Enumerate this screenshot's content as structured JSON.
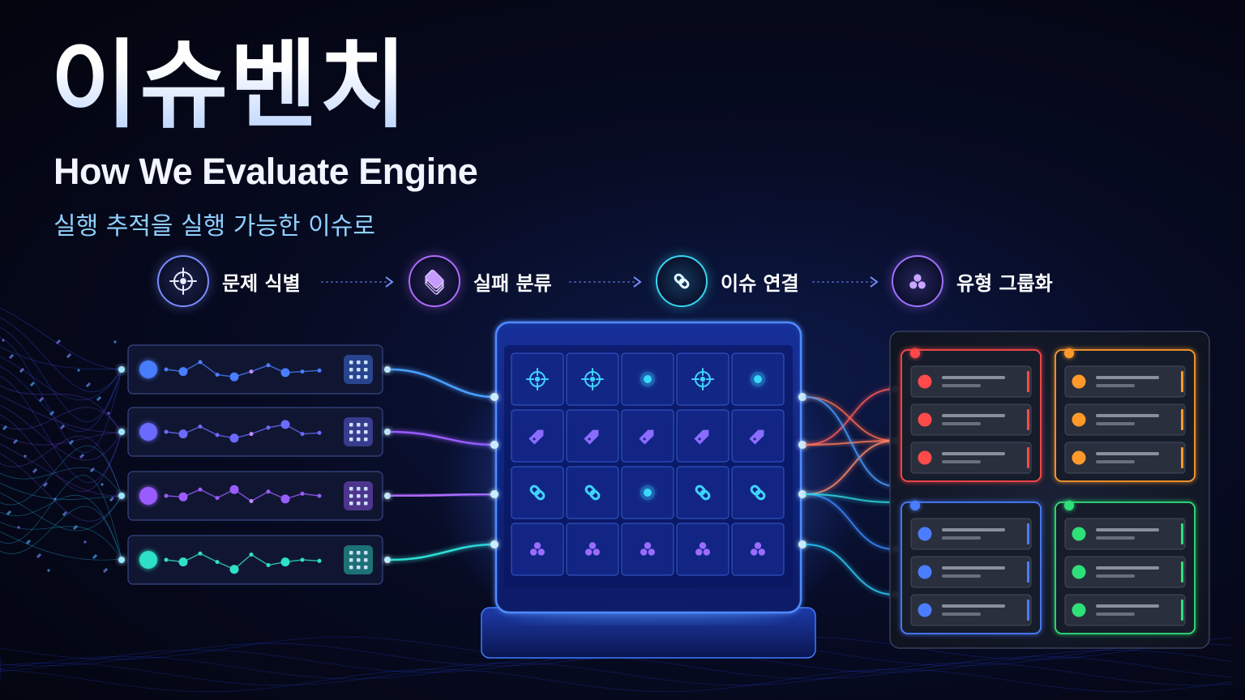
{
  "title": "이슈벤치",
  "subtitle": "How We Evaluate Engine",
  "tagline": "실행 추적을 실행 가능한 이슈로",
  "steps": [
    {
      "label": "문제 식별",
      "icon": "crosshair-icon",
      "color": "#7b8cff"
    },
    {
      "label": "실패 분류",
      "icon": "layered-tag-icon",
      "color": "#b06bff"
    },
    {
      "label": "이슈 연결",
      "icon": "link-icon",
      "color": "#38d6f0"
    },
    {
      "label": "유형 그룹화",
      "icon": "cluster-icon",
      "color": "#a070ff"
    }
  ],
  "colors": {
    "blue": "#4a7dff",
    "violet": "#9a5cff",
    "cyan": "#2fe0e6",
    "red": "#ff4a4a",
    "orange": "#ff9a2a",
    "green": "#2ee07a"
  },
  "traces": [
    {
      "color": "#4a7dff",
      "icon": "grid-icon"
    },
    {
      "color": "#6b6bff",
      "icon": "grid-icon"
    },
    {
      "color": "#9a5cff",
      "icon": "grid-icon"
    },
    {
      "color": "#2fe0c8",
      "icon": "grid-icon"
    }
  ],
  "engine_rows": [
    {
      "icon": "crosshair-icon",
      "color": "#3fd2ff"
    },
    {
      "icon": "tag-icon",
      "color": "#8a6cff"
    },
    {
      "icon": "link-icon",
      "color": "#3fd2ff"
    },
    {
      "icon": "cluster-icon",
      "color": "#9a6cff"
    }
  ],
  "groups": [
    {
      "color": "#ff4a4a",
      "items": 3
    },
    {
      "color": "#ff9a2a",
      "items": 3
    },
    {
      "color": "#4a7dff",
      "items": 3
    },
    {
      "color": "#2ee07a",
      "items": 3
    }
  ]
}
